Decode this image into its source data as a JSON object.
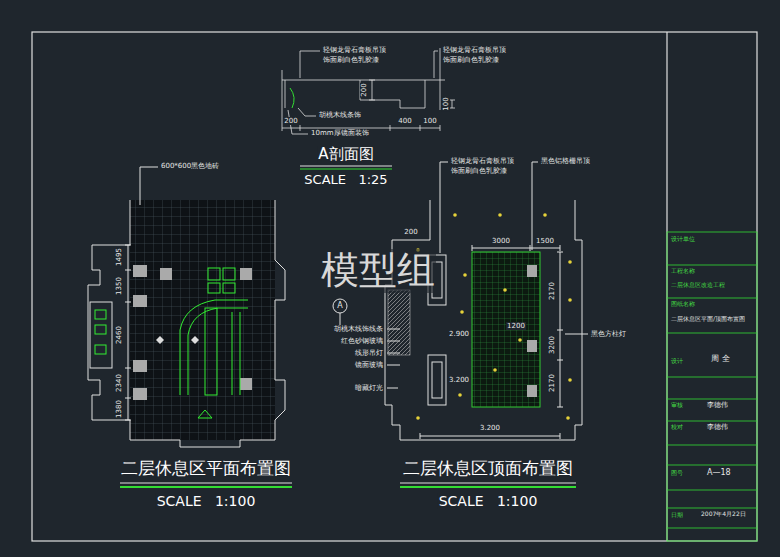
{
  "diagram": {
    "labels": [
      "轻钢龙骨石膏板吊顶",
      "饰面刷白色乳胶漆",
      "轻钢龙骨石膏板吊顶",
      "饰面刷白色乳胶漆",
      "胡桃木线条饰",
      "10mm厚镜面装饰",
      "200",
      "400",
      "100",
      "200",
      "100",
      "A剖面图",
      "SCALE   1:25",
      "600*600黑色地砖",
      "1495",
      "1350",
      "2460",
      "2340",
      "1380",
      "二层休息区平面布置图",
      "SCALE   1:100",
      "轻钢龙骨石膏板吊顶",
      "饰面刷白色乳胶漆",
      "黑色铝格栅吊顶",
      "黑色方柱灯",
      "胡桃木线饰线条",
      "红色砂钢玻璃",
      "线形吊灯",
      "镜面玻璃",
      "暗藏灯光",
      "200",
      "3000",
      "1500",
      "2170",
      "1200",
      "3200",
      "2170",
      "2.900",
      "3.200",
      "3.200",
      "二层休息区顶面布置图",
      "SCALE   1:100",
      "模型组",
      "A",
      "设计单位",
      "工程名称",
      "二层休息区改造工程",
      "图纸名称",
      "二层休息区平面/顶面布置图",
      "设计",
      "周 全",
      "审核",
      "李德伟",
      "校对",
      "李德伟",
      "图号",
      "A—18",
      "日期",
      "2007年4月22日"
    ]
  }
}
